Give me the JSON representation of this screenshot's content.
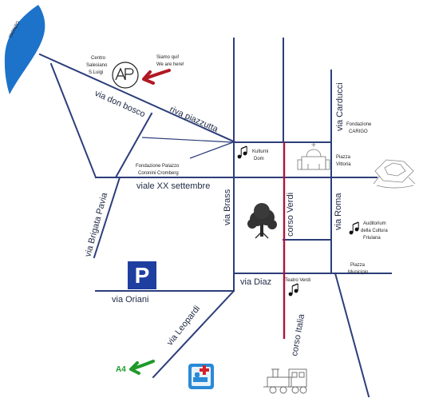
{
  "river": {
    "label": "ISONZO",
    "color": "#1d73c9"
  },
  "colors": {
    "road": "#2c3e7a",
    "corso": "#b0143c",
    "parking": "#1f3fa0",
    "arrow": "#b01822",
    "highway": "#1f9a2a"
  },
  "streets": {
    "don_bosco": "via don bosco",
    "piazzutta": "riva piazzutta",
    "xx_settembre": "viale XX settembre",
    "brigata_pavia": "via Brigata Pavia",
    "brass": "via Brass",
    "verdi": "corso Verdi",
    "roma": "via Roma",
    "carducci": "via Carducci",
    "diaz": "via Diaz",
    "oriani": "via Oriani",
    "leopardi": "via Leopardi",
    "italia": "corso Italia"
  },
  "places": {
    "centro_line1": "Centro",
    "centro_line2": "Salesiano",
    "centro_line3": "S.Luigi",
    "here_line1": "Siamo qui!",
    "here_line2": "We are here!",
    "fondazione_palazzo_line1": "Fondazione Palazzo",
    "fondazione_palazzo_line2": "Coronini Cromberg",
    "kulturni_line1": "Kulturni",
    "kulturni_line2": "Dom",
    "fondazione_carigo_line1": "Fondazione",
    "fondazione_carigo_line2": "CARIGO",
    "piazza_vittoria_line1": "Piazza",
    "piazza_vittoria_line2": "Vittoria",
    "auditorium_line1": "Auditorium",
    "auditorium_line2": "della Cultura",
    "auditorium_line3": "Friulana",
    "piazza_municipio_line1": "Piazza",
    "piazza_municipio_line2": "Municipio",
    "teatro": "Teatro Verdi",
    "highway": "A4",
    "parking": "P"
  },
  "icons": {
    "logo": "ap-logo-icon",
    "arrow": "red-arrow-icon",
    "music": "music-note-icon",
    "tree": "tree-icon",
    "church": "church-sketch-icon",
    "castle": "castle-sketch-icon",
    "hospital": "hospital-icon",
    "train": "train-icon",
    "parking": "parking-icon",
    "highway_arrow": "green-arrow-icon"
  }
}
